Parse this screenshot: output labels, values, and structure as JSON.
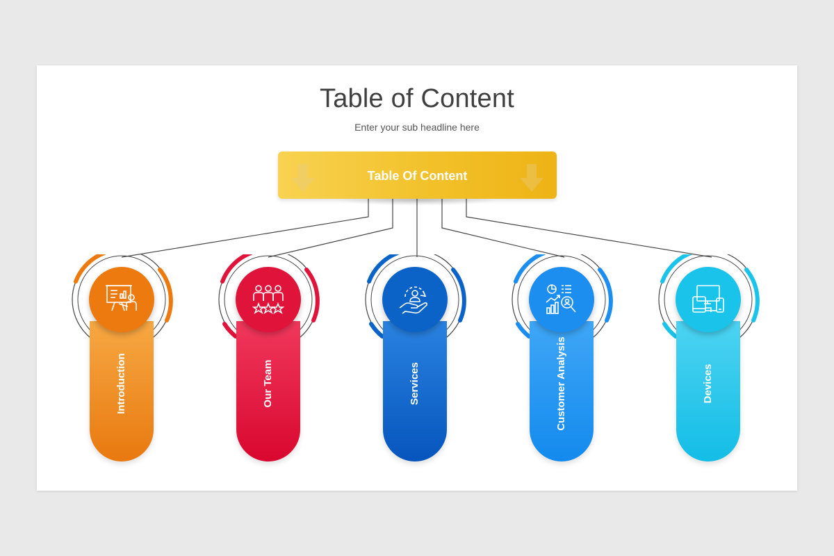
{
  "slide": {
    "title": "Table of Content",
    "subtitle": "Enter your sub headline here"
  },
  "top_box": {
    "label": "Table Of Content",
    "color": "#f2c12a",
    "icons": [
      "down-arrow-icon",
      "down-arrow-icon"
    ]
  },
  "items": [
    {
      "label": "Introduction",
      "color": "#ec7a0f",
      "icon": "presentation-icon"
    },
    {
      "label": "Our Team",
      "color": "#e0133a",
      "icon": "team-stars-icon"
    },
    {
      "label": "Services",
      "color": "#0b63c8",
      "icon": "customer-service-icon"
    },
    {
      "label": "Customer Analysis",
      "color": "#1c8ef0",
      "icon": "analytics-icon"
    },
    {
      "label": "Devices",
      "color": "#19c3ea",
      "icon": "devices-icon"
    }
  ]
}
